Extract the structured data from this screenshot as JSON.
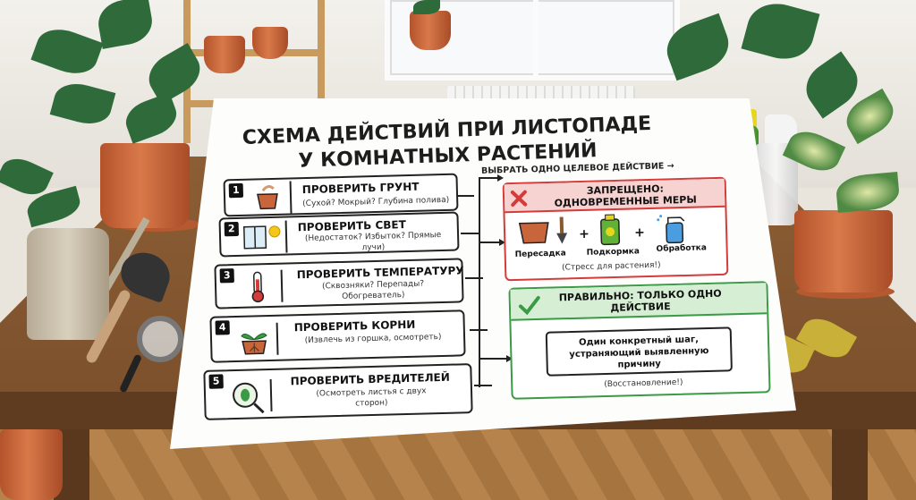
{
  "poster": {
    "title_line1": "СХЕМА ДЕЙСТВИЙ ПРИ ЛИСТОПАДЕ",
    "title_line2": "У КОМНАТНЫХ РАСТЕНИЙ",
    "choose_label": "ВЫБРАТЬ ОДНО ЦЕЛЕВОЕ ДЕЙСТВИЕ →",
    "steps": [
      {
        "num": "1",
        "title": "ПРОВЕРИТЬ ГРУНТ",
        "desc": "(Сухой? Мокрый? Глубина полива)"
      },
      {
        "num": "2",
        "title": "ПРОВЕРИТЬ СВЕТ",
        "desc": "(Недостаток? Избыток? Прямые лучи)"
      },
      {
        "num": "3",
        "title": "ПРОВЕРИТЬ ТЕМПЕРАТУРУ",
        "desc": "(Сквозняки? Перепады? Обогреватель)"
      },
      {
        "num": "4",
        "title": "ПРОВЕРИТЬ КОРНИ",
        "desc": "(Извлечь из горшка, осмотреть)"
      },
      {
        "num": "5",
        "title": "ПРОВЕРИТЬ ВРЕДИТЕЛЕЙ",
        "desc": "(Осмотреть листья с двух сторон)"
      }
    ],
    "forbidden": {
      "header": "ЗАПРЕЩЕНО: ОДНОВРЕМЕННЫЕ МЕРЫ",
      "items": [
        "Пересадка",
        "Подкормка",
        "Обработка"
      ],
      "plus": "+",
      "note": "(Стресс для растения!)"
    },
    "correct": {
      "header": "ПРАВИЛЬНО: ТОЛЬКО ОДНО ДЕЙСТВИЕ",
      "inner": "Один конкретный шаг, устраняющий выявленную причину",
      "note": "(Восстановление!)"
    }
  },
  "colors": {
    "forbidden_border": "#d43b3b",
    "forbidden_fill": "#f6d3d0",
    "correct_border": "#3a9a45",
    "correct_fill": "#d6efd4",
    "table_wood": "#8c5e35",
    "pot_terracotta": "#c8653a"
  },
  "icons": [
    "soil-pot-icon",
    "window-sun-icon",
    "thermometer-icon",
    "seedling-roots-icon",
    "magnifier-bug-icon",
    "cross-icon",
    "pot-icon",
    "shovel-icon",
    "fertilizer-bottle-icon",
    "spray-bottle-icon",
    "checkmark-icon"
  ]
}
